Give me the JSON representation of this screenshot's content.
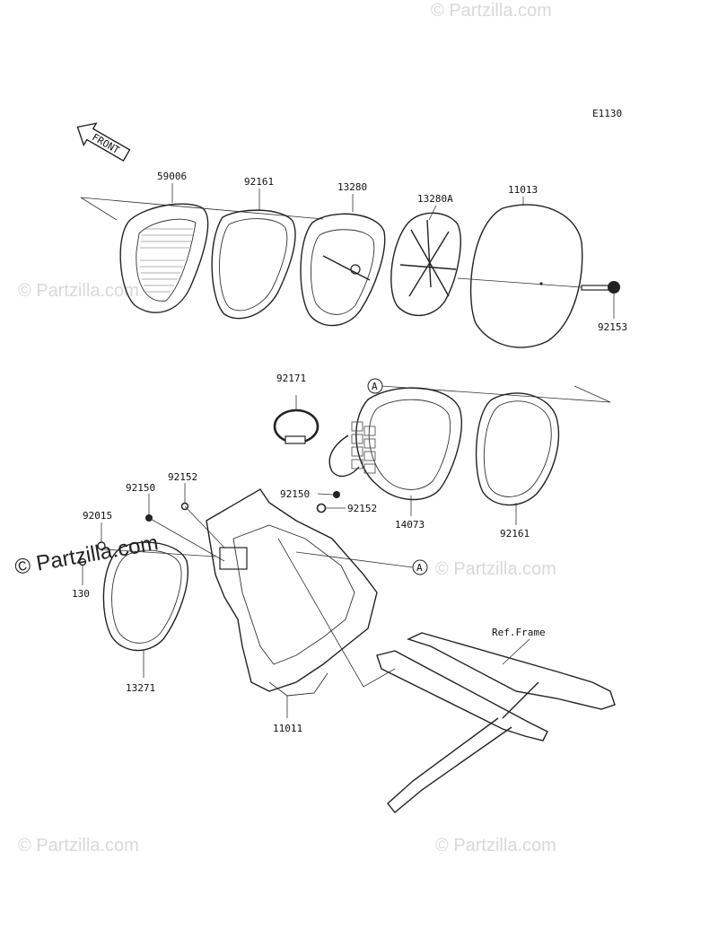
{
  "diagram": {
    "code": "E1130",
    "front_label": "FRONT",
    "ref_label": "Ref.Frame",
    "callout_letter": "A",
    "parts": {
      "p59006": "59006",
      "p92161_top": "92161",
      "p13280": "13280",
      "p13280A": "13280A",
      "p11013": "11013",
      "p92153": "92153",
      "p92171": "92171",
      "p14073": "14073",
      "p92161_bottom": "92161",
      "p92152_left": "92152",
      "p92150_left": "92150",
      "p92150_mid": "92150",
      "p92152_mid": "92152",
      "p92015": "92015",
      "p130": "130",
      "p13271": "13271",
      "p11011": "11011"
    }
  },
  "watermark": {
    "text": "Partzilla.com",
    "symbol": "©"
  },
  "colors": {
    "line": "#222222",
    "watermark": "#d9d9d9"
  }
}
